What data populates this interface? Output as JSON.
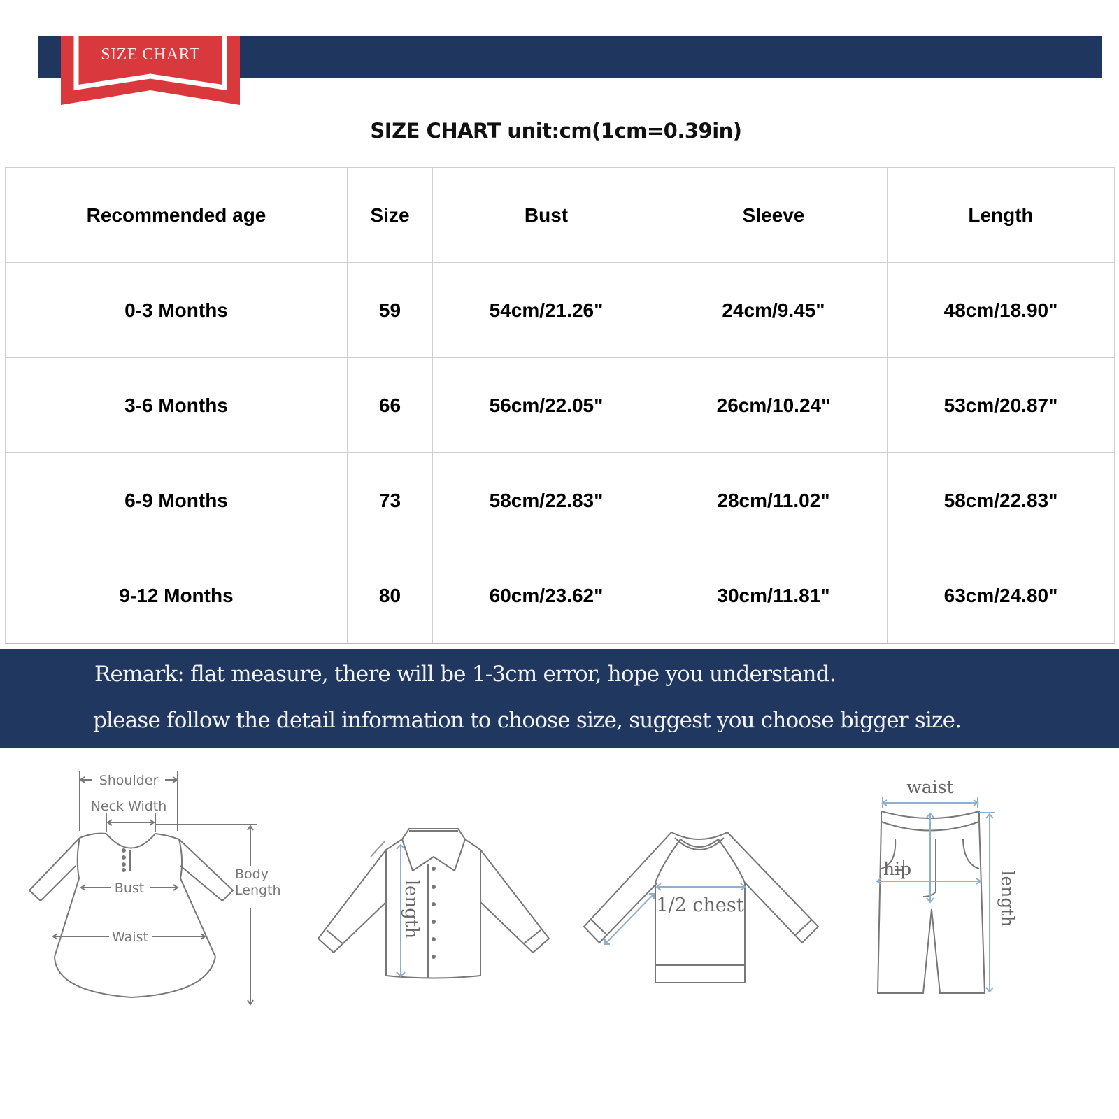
{
  "banner": {
    "ribbon_label": "SIZE CHART",
    "bar_color": "#1f365e",
    "ribbon_color": "#d9393c"
  },
  "title": "SIZE CHART unit:cm(1cm=0.39in)",
  "table": {
    "headers": [
      "Recommended age",
      "Size",
      "Bust",
      "Sleeve",
      "Length"
    ],
    "rows": [
      {
        "age": "0-3 Months",
        "size": "59",
        "bust": "54cm/21.26\"",
        "sleeve": "24cm/9.45\"",
        "length": "48cm/18.90\""
      },
      {
        "age": "3-6 Months",
        "size": "66",
        "bust": "56cm/22.05\"",
        "sleeve": "26cm/10.24\"",
        "length": "53cm/20.87\""
      },
      {
        "age": "6-9 Months",
        "size": "73",
        "bust": "58cm/22.83\"",
        "sleeve": "28cm/11.02\"",
        "length": "58cm/22.83\""
      },
      {
        "age": "9-12 Months",
        "size": "80",
        "bust": "60cm/23.62\"",
        "sleeve": "30cm/11.81\"",
        "length": "63cm/24.80\""
      }
    ]
  },
  "remark": {
    "line1": "Remark: flat measure, there will be 1-3cm error, hope you understand.",
    "line2": "please follow the detail information to choose size, suggest you choose bigger size.",
    "bg_color": "#203760"
  },
  "diagrams": {
    "dress": {
      "icon": "dress-diagram-icon",
      "shoulder": "Shoulder",
      "neck_width": "Neck Width",
      "bust": "Bust",
      "waist": "Waist",
      "body": "Body",
      "length": "Length"
    },
    "shirt": {
      "icon": "shirt-diagram-icon",
      "length": "length"
    },
    "sweater": {
      "icon": "sweater-diagram-icon",
      "chest": "1/2 chest"
    },
    "pants": {
      "icon": "pants-diagram-icon",
      "waist": "waist",
      "hip": "hip",
      "length": "length"
    }
  }
}
